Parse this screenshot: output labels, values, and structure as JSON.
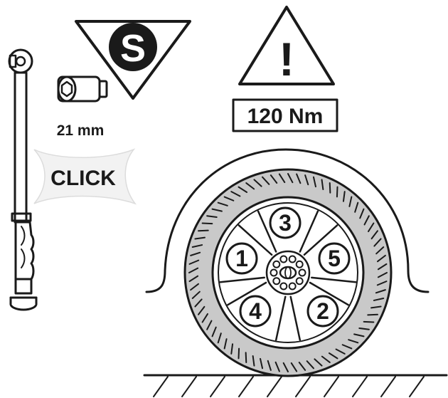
{
  "special_tool_symbol": {
    "letter": "S"
  },
  "warning": {
    "symbol": "!",
    "torque_label": "120 Nm"
  },
  "socket": {
    "size_label": "21 mm"
  },
  "wrench": {
    "click_label": "CLICK"
  },
  "tightening_sequence": [
    "1",
    "2",
    "3",
    "4",
    "5"
  ],
  "colors": {
    "ink": "#1a1a1a",
    "tire": "#c9c9c9",
    "paper": "#ffffff"
  }
}
